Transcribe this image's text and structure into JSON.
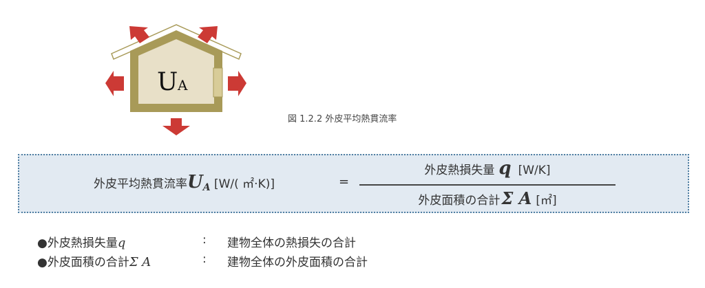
{
  "figure": {
    "label_main": "U",
    "label_sub": "A",
    "colors": {
      "wall": "#a89a58",
      "interior": "#e8e0c8",
      "door": "#d8cc98",
      "arrow": "#cc3a35",
      "eave_fill": "#ffffff",
      "eave_stroke": "#a89a58"
    },
    "arrows": [
      "up-left",
      "up-right",
      "left",
      "right",
      "down"
    ]
  },
  "caption": "図 1.2.2 外皮平均熱貫流率",
  "formula": {
    "lhs_label": "外皮平均熱貫流率",
    "lhs_var": "U",
    "lhs_sub": "A",
    "lhs_unit": "[W/( ㎡·K)]",
    "equals": "=",
    "numerator_label": "外皮熱損失量",
    "numerator_var": "q",
    "numerator_unit": "[W/K]",
    "denominator_label": "外皮面積の合計",
    "denominator_var": "Σ A",
    "denominator_unit": "[㎡]",
    "box_bg": "#e2eaf2",
    "box_border": "#4f7ea2"
  },
  "definitions": [
    {
      "bullet": "●",
      "term": "外皮熱損失量",
      "var": "q",
      "colon": ":",
      "desc": "建物全体の熱損失の合計"
    },
    {
      "bullet": "●",
      "term": "外皮面積の合計",
      "var": "Σ A",
      "colon": ":",
      "desc": "建物全体の外皮面積の合計"
    }
  ]
}
